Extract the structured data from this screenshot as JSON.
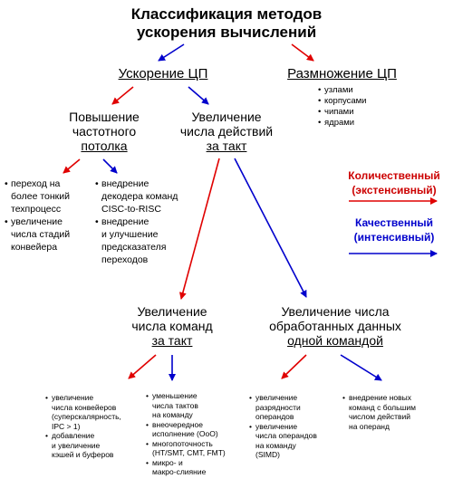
{
  "title": [
    "Классификация методов",
    "ускорения вычислений"
  ],
  "nodes": {
    "cpu_speedup": [
      "Ускорение ЦП"
    ],
    "cpu_replication": [
      "Размножение ЦП"
    ],
    "frequency": [
      "Повышение",
      "частотного",
      "потолка"
    ],
    "actions_per_cycle": [
      "Увеличение",
      "числа действий",
      "за такт"
    ],
    "commands_per_cycle": [
      "Увеличение",
      "числа команд",
      "за такт"
    ],
    "data_per_command": [
      "Увеличение числа",
      "обработанных данных",
      "одной командой"
    ]
  },
  "lists": {
    "replication": [
      "узлами",
      "корпусами",
      "чипами",
      "ядрами"
    ],
    "frequency_extensive": [
      "переход на\nболее тонкий\nтехпроцесс",
      "увеличение\nчисла стадий\nконвейера"
    ],
    "frequency_intensive": [
      "внедрение\nдекодера команд\nCISC-to-RISC",
      "внедрение\nи улучшение\nпредсказателя\nпереходов"
    ],
    "commands_extensive": [
      "увеличение\nчисла конвейеров\n(суперскалярность,\nIPC > 1)",
      "добавление\nи увеличение\nкэшей и буферов"
    ],
    "commands_intensive": [
      "уменьшение\nчисла тактов\nна команду",
      "внеочередное\nисполнение (OoO)",
      "многопоточность\n(HT/SMT, CMT, FMT)",
      "микро- и\nмакро-слияние"
    ],
    "data_extensive": [
      "увеличение\nразрядности\nоперандов",
      "увеличение\nчисла операндов\nна команду\n(SIMD)"
    ],
    "data_intensive": [
      "внедрение новых\nкоманд с большим\nчислом действий\nна операнд"
    ]
  },
  "legend": {
    "quantitative": [
      "Количественный",
      "(экстенсивный)"
    ],
    "qualitative": [
      "Качественный",
      "(интенсивный)"
    ]
  },
  "colors": {
    "quantitative": "#e00000",
    "qualitative": "#0000cc"
  }
}
